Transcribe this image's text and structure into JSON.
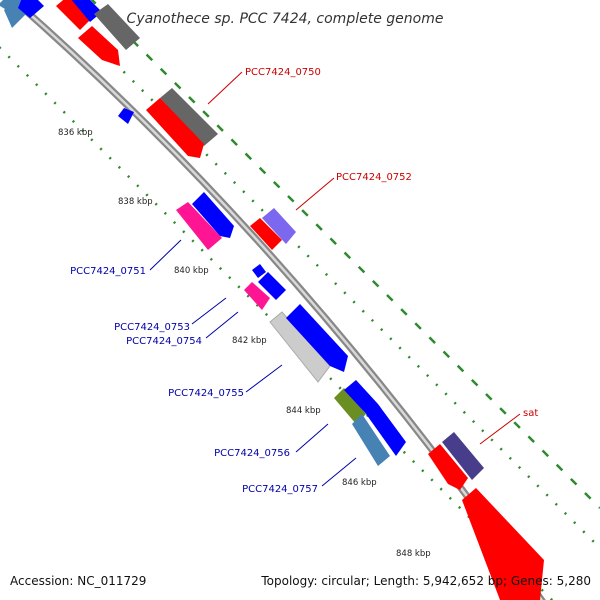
{
  "title": "Cyanothece sp. PCC 7424, complete genome",
  "accession": "Accession: NC_011729",
  "summary": "Topology: circular; Length: 5,942,652 bp; Genes: 5,280",
  "ticks": [
    {
      "label": "836 kbp"
    },
    {
      "label": "838 kbp"
    },
    {
      "label": "840 kbp"
    },
    {
      "label": "842 kbp"
    },
    {
      "label": "844 kbp"
    },
    {
      "label": "846 kbp"
    },
    {
      "label": "848 kbp"
    }
  ],
  "genes": [
    {
      "name": "PCC7424_0750",
      "color": "#cc0000"
    },
    {
      "name": "PCC7424_0752",
      "color": "#cc0000"
    },
    {
      "name": "PCC7424_0751",
      "color": "#0000aa"
    },
    {
      "name": "PCC7424_0753",
      "color": "#0000aa"
    },
    {
      "name": "PCC7424_0754",
      "color": "#0000aa"
    },
    {
      "name": "PCC7424_0755",
      "color": "#0000aa"
    },
    {
      "name": "PCC7424_0756",
      "color": "#0000aa"
    },
    {
      "name": "PCC7424_0757",
      "color": "#0000aa"
    },
    {
      "name": "sat",
      "color": "#cc0000"
    }
  ],
  "colors": {
    "backbone": "#8a8a8a",
    "gc_track": "#2e8b2e",
    "forward": "#ff0000",
    "reverse": "#0000ff",
    "grey": "#666666",
    "pink": "#ff1493",
    "violet": "#6a5acd",
    "olive": "#6b8e23",
    "steelblue": "#4682b4",
    "silver": "#cccccc"
  }
}
